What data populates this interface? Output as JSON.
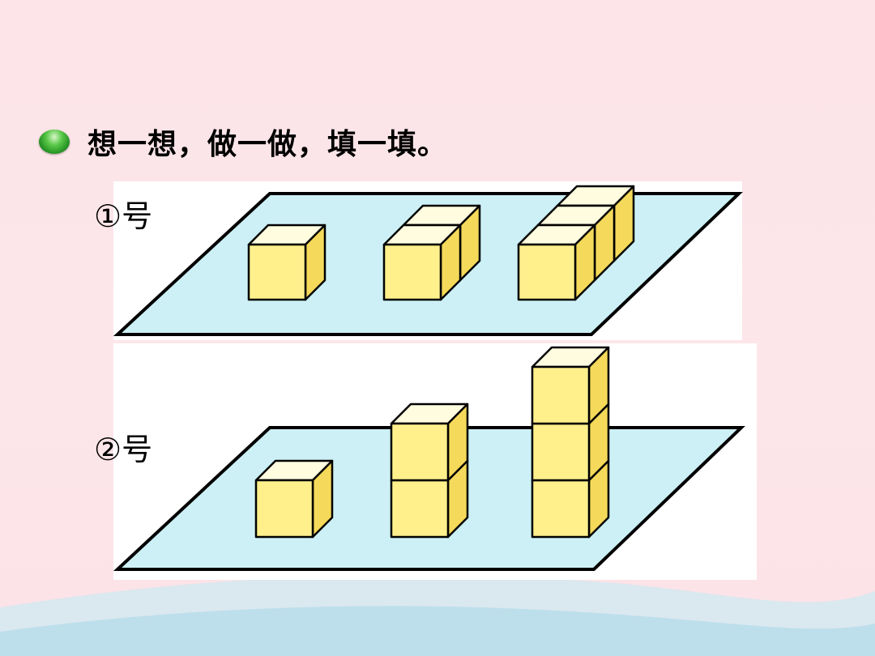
{
  "heading": {
    "text": "想一想，做一做，填一填。"
  },
  "groups": [
    {
      "label": "①号",
      "cube_arrangement": "depth",
      "stacks": [
        1,
        2,
        3
      ]
    },
    {
      "label": "②号",
      "cube_arrangement": "height",
      "stacks": [
        1,
        2,
        3
      ]
    }
  ],
  "colors": {
    "platform": "#ccf0f5",
    "cube_front": "#fff08c",
    "cube_top": "#fffce0",
    "cube_side": "#f5d95a",
    "outline": "#000000",
    "bullet": "#2fa62f"
  }
}
